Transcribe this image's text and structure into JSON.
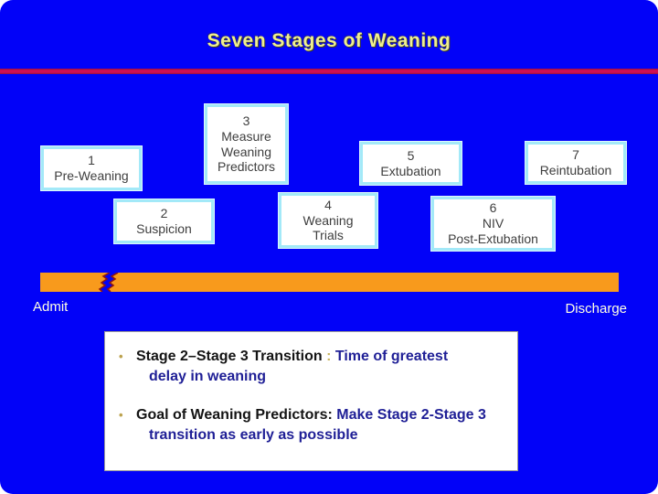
{
  "title": "Seven Stages of Weaning",
  "stages": [
    {
      "number": "1",
      "label": "Pre-Weaning"
    },
    {
      "number": "2",
      "label": "Suspicion"
    },
    {
      "number": "3",
      "label": "Measure\nWeaning\nPredictors"
    },
    {
      "number": "4",
      "label": "Weaning\nTrials"
    },
    {
      "number": "5",
      "label": "Extubation"
    },
    {
      "number": "6",
      "label": "NIV\nPost-Extubation"
    },
    {
      "number": "7",
      "label": "Reintubation"
    }
  ],
  "timeline": {
    "start_label": "Admit",
    "end_label": "Discharge"
  },
  "notes": [
    {
      "bullet": "•",
      "segments": [
        {
          "text": "Stage 2–Stage 3 Transition"
        },
        {
          "text": " : "
        },
        {
          "text": "Time of greatest\ndelay in weaning"
        }
      ]
    },
    {
      "bullet": "•",
      "segments": [
        {
          "text": "Goal of Weaning Predictors: "
        },
        {
          "text": "Make Stage 2-Stage 3\ntransition as early as possible"
        }
      ]
    }
  ],
  "colors": {
    "background": "#0202F8",
    "title_text": "#EFEF8E",
    "divider": "#D01052",
    "stage_box_border": "#A3E9F8",
    "stage_box_fill": "#FFFFFF",
    "stage_text": "#3E3E3E",
    "timeline_bar": "#F89A1C",
    "timeline_break_mark": "#8A1616",
    "timeline_labels": "#FFFFE2",
    "note_lead_text": "#141414",
    "note_emphasis_text": "#1F1F96",
    "note_bullet": "#BCA24E"
  }
}
